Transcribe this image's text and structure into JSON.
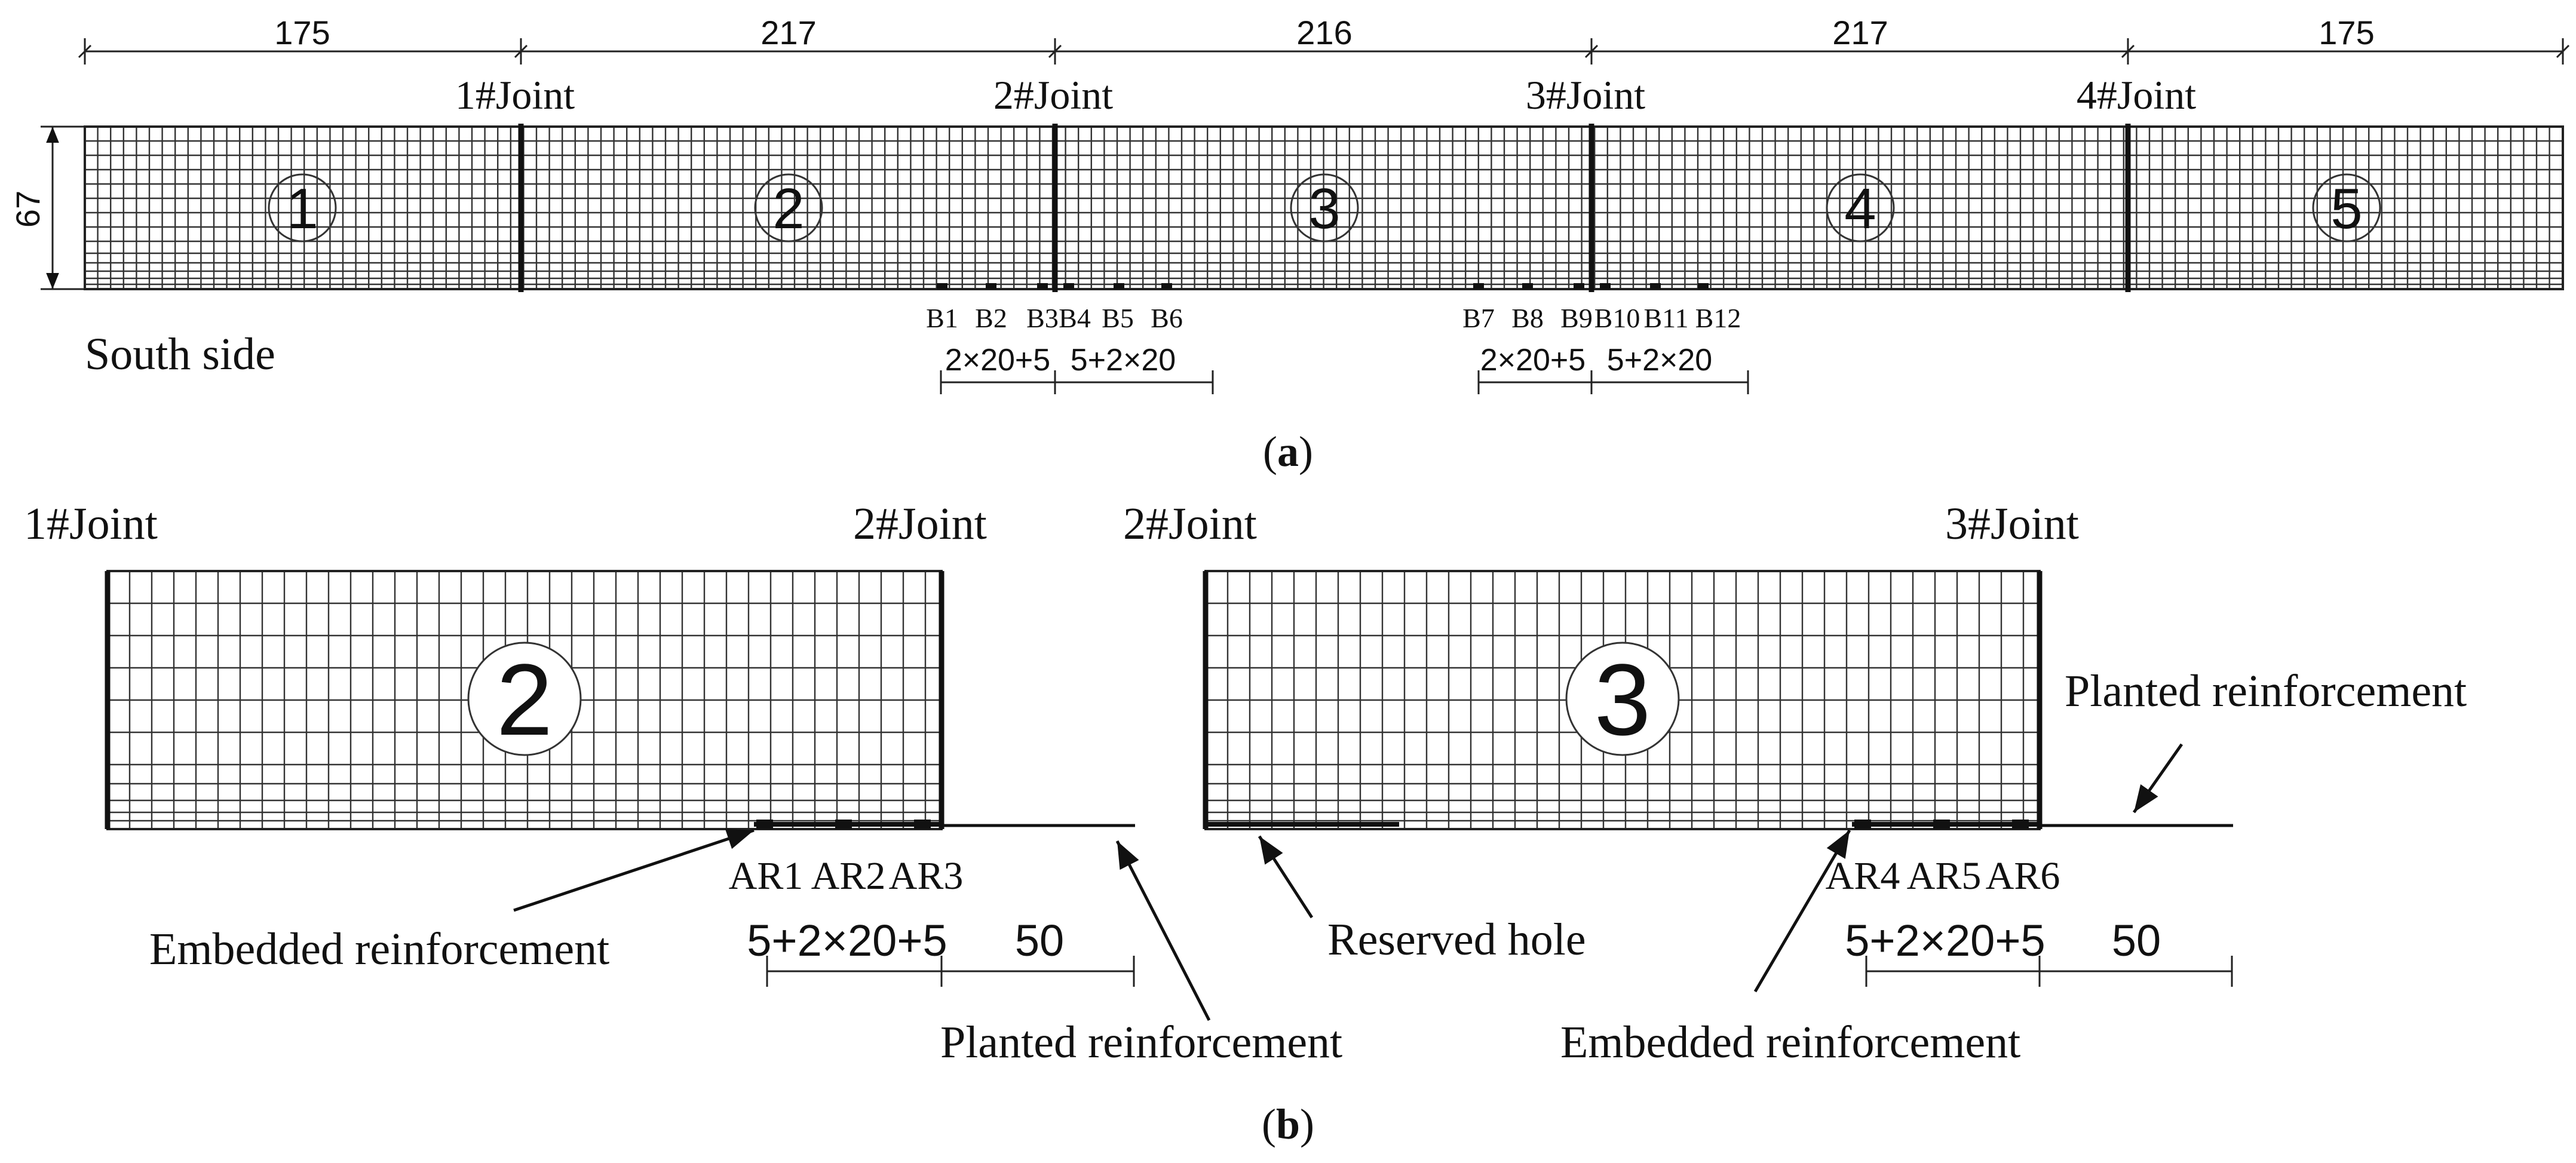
{
  "panel_a": {
    "span_dims": [
      "175",
      "217",
      "216",
      "217",
      "175"
    ],
    "height_dim": "67",
    "joints": [
      "1#Joint",
      "2#Joint",
      "3#Joint",
      "4#Joint"
    ],
    "segments": [
      "1",
      "2",
      "3",
      "4",
      "5"
    ],
    "side_label": "South side",
    "gauges_group1": [
      "B1",
      "B2",
      "B3",
      "B4",
      "B5",
      "B6"
    ],
    "gauges_group2": [
      "B7",
      "B8",
      "B9",
      "B10",
      "B11",
      "B12"
    ],
    "spacing_left": "2×20+5",
    "spacing_right": "5+2×20",
    "caption": "a"
  },
  "panel_b": {
    "left": {
      "joint_left": "1#Joint",
      "joint_right": "2#Joint",
      "segment": "2",
      "gauges": [
        "AR1",
        "AR2",
        "AR3"
      ],
      "spacing": "5+2×20+5",
      "planted_len": "50",
      "embedded_label": "Embedded reinforcement",
      "planted_label": "Planted reinforcement"
    },
    "right": {
      "joint_left": "2#Joint",
      "joint_right": "3#Joint",
      "segment": "3",
      "gauges": [
        "AR4",
        "AR5",
        "AR6"
      ],
      "spacing": "5+2×20+5",
      "planted_len": "50",
      "reserved_label": "Reserved hole",
      "planted_label": "Planted reinforcement",
      "embedded_label": "Embedded reinforcement"
    },
    "caption": "b"
  }
}
